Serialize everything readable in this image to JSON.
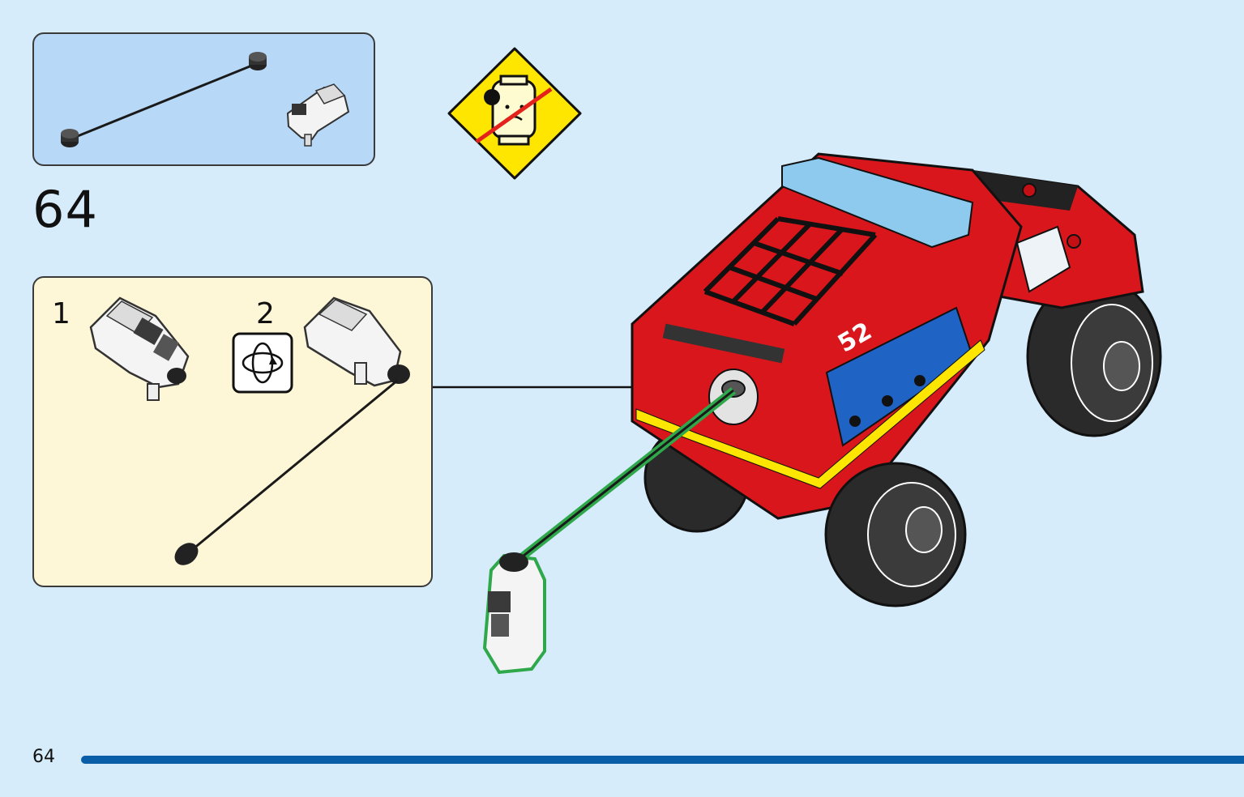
{
  "step": {
    "number": "64"
  },
  "sub_steps": [
    {
      "label": "1"
    },
    {
      "label": "2"
    }
  ],
  "icons": {
    "warning": "choking-hazard-warning-icon",
    "rotate": "rotate-model-icon"
  },
  "page": {
    "number": "64"
  },
  "colors": {
    "background": "#d6ecfb",
    "parts_box": "#b7d9f7",
    "sub_box": "#fef7d7",
    "page_bar": "#0a5ea8",
    "warning_yellow": "#ffe600",
    "truck_red": "#d8161b",
    "highlight_green": "#2ea84a"
  }
}
